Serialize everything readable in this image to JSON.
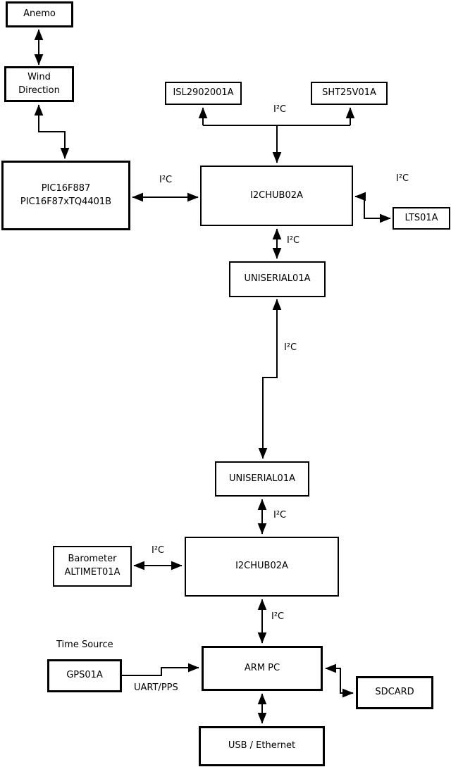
{
  "diagram": {
    "nodes": {
      "anemo": {
        "label": "Anemo"
      },
      "wind_direction": {
        "line1": "Wind",
        "line2": "Direction"
      },
      "pic": {
        "line1": "PIC16F887",
        "line2": "PIC16F87xTQ4401B"
      },
      "isl": {
        "label": "ISL2902001A"
      },
      "sht": {
        "label": "SHT25V01A"
      },
      "i2chub_top": {
        "label": "I2CHUB02A"
      },
      "lts": {
        "label": "LTS01A"
      },
      "uniserial_top": {
        "label": "UNISERIAL01A"
      },
      "uniserial_bottom": {
        "label": "UNISERIAL01A"
      },
      "barometer": {
        "line1": "Barometer",
        "line2": "ALTIMET01A"
      },
      "i2chub_bottom": {
        "label": "I2CHUB02A"
      },
      "gps": {
        "label": "GPS01A"
      },
      "arm_pc": {
        "label": "ARM PC"
      },
      "sdcard": {
        "label": "SDCARD"
      },
      "usb_ethernet": {
        "label": "USB / Ethernet"
      }
    },
    "labels": {
      "i2c": "I²C",
      "uart_pps": "UART/PPS",
      "time_source": "Time Source"
    },
    "colors": {
      "line": "#000000",
      "box_border": "#000000",
      "box_bg": "#ffffff",
      "page_bg": "#ffffff",
      "text": "#000000"
    }
  }
}
